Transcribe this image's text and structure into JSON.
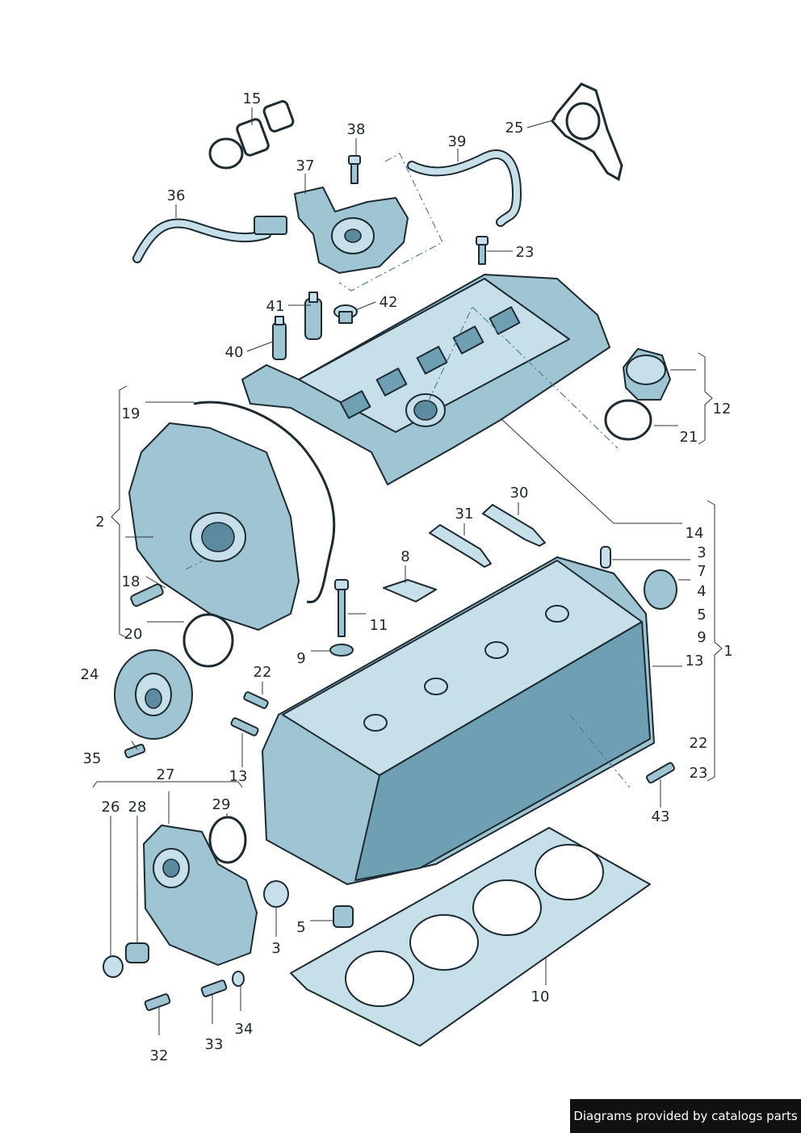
{
  "labels": {
    "l1": "1",
    "l2": "2",
    "l3a": "3",
    "l3b": "3",
    "l4": "4",
    "l5a": "5",
    "l5b": "5",
    "l7": "7",
    "l8": "8",
    "l9a": "9",
    "l9b": "9",
    "l10": "10",
    "l11": "11",
    "l12": "12",
    "l13a": "13",
    "l13b": "13",
    "l13c": "13",
    "l14": "14",
    "l15": "15",
    "l18": "18",
    "l19": "19",
    "l20": "20",
    "l21": "21",
    "l22a": "22",
    "l22b": "22",
    "l23a": "23",
    "l23b": "23",
    "l24": "24",
    "l25": "25",
    "l26": "26",
    "l27": "27",
    "l28": "28",
    "l29": "29",
    "l30": "30",
    "l31": "31",
    "l32": "32",
    "l33": "33",
    "l34": "34",
    "l35": "35",
    "l36": "36",
    "l37": "37",
    "l38": "38",
    "l39": "39",
    "l40": "40",
    "l41": "41",
    "l42": "42",
    "l43": "43"
  },
  "watermark": "Diagrams provided by catalogs parts",
  "colors": {
    "part": "#9fc4d2",
    "part_light": "#c7dfe8",
    "outline": "#1d2b33"
  }
}
